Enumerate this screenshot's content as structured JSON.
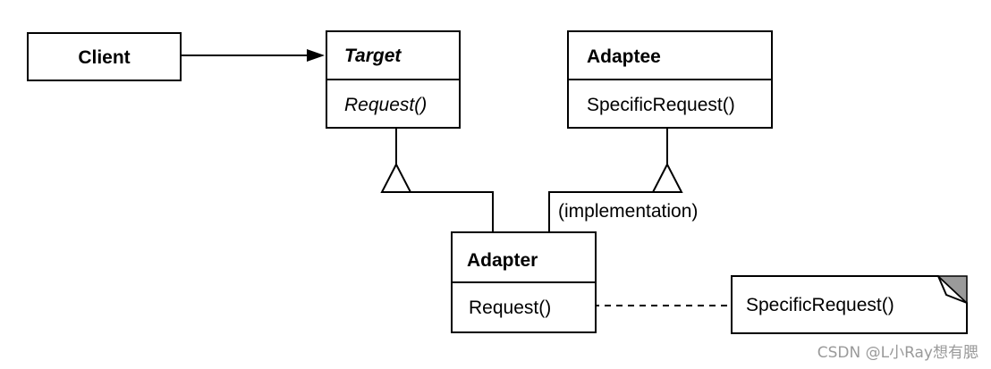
{
  "classes": {
    "client": {
      "name": "Client"
    },
    "target": {
      "name": "Target",
      "operation": "Request()"
    },
    "adaptee": {
      "name": "Adaptee",
      "operation": "SpecificRequest()"
    },
    "adapter": {
      "name": "Adapter",
      "operation": "Request()"
    }
  },
  "relation_label": "(implementation)",
  "note": {
    "text": "SpecificRequest()"
  },
  "watermark": "CSDN @L小Ray想有腮",
  "colors": {
    "line": "#000000",
    "background": "#ffffff",
    "note_corner": "#9a9a9a",
    "watermark": "#9a9a9a"
  }
}
